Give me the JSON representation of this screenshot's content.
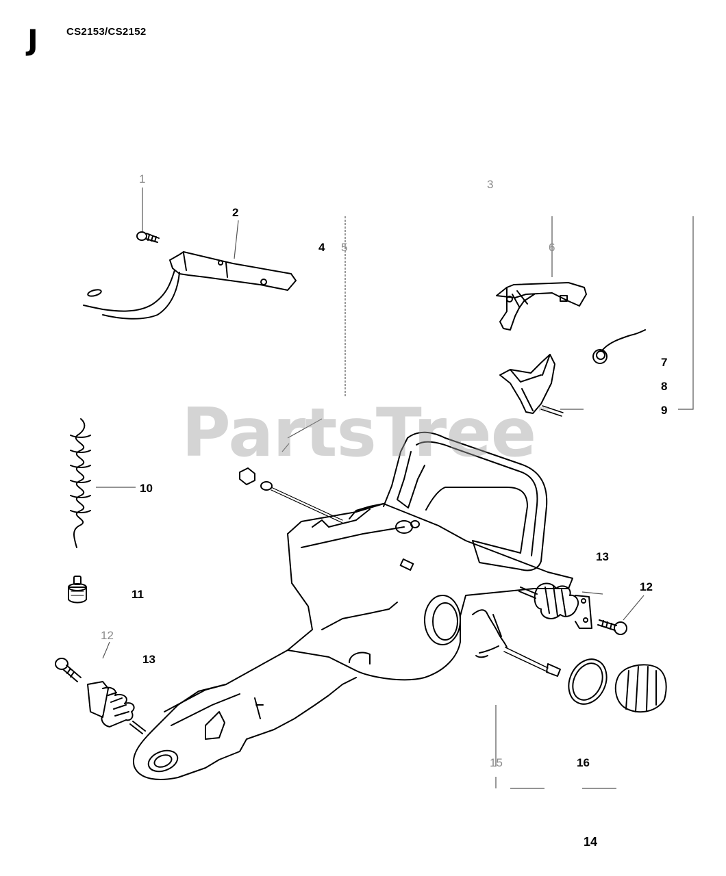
{
  "header": {
    "section_letter": "J",
    "model_code": "CS2153/CS2152"
  },
  "watermark": {
    "text": "PartsTree",
    "mark": "™"
  },
  "callouts": [
    "1",
    "2",
    "3",
    "4",
    "5",
    "6",
    "7",
    "8",
    "9",
    "10",
    "11",
    "12",
    "12",
    "13",
    "13",
    "15",
    "16"
  ],
  "page_number": "14",
  "colors": {
    "line": "#000000",
    "leader": "#555555",
    "watermark": "#a0a0a0"
  }
}
